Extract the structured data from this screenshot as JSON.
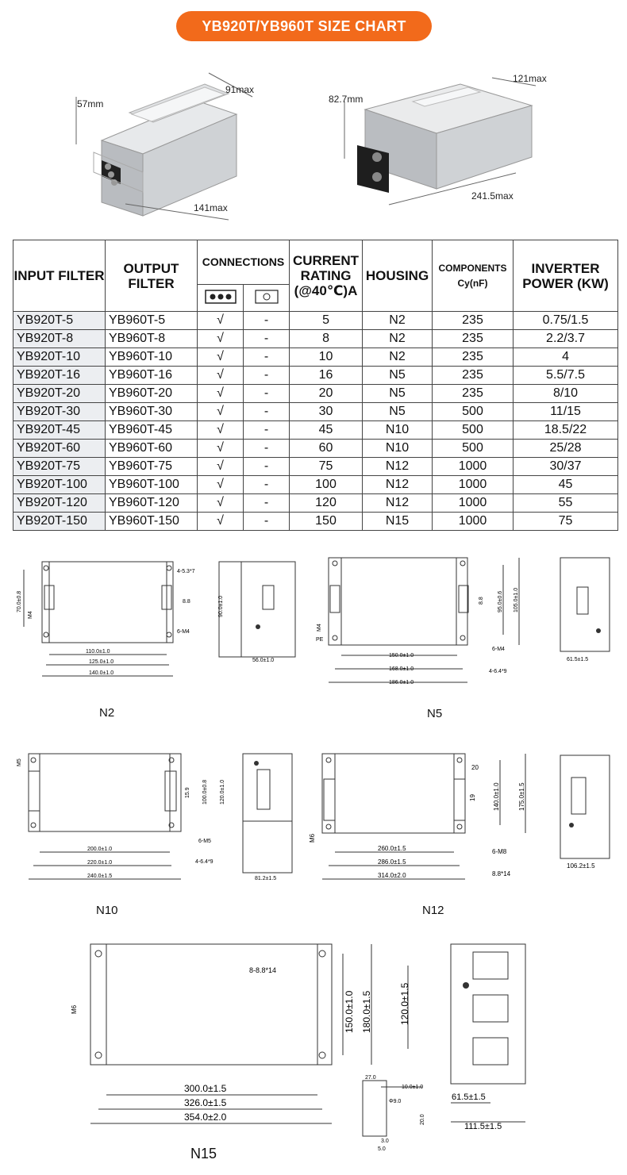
{
  "title": "YB920T/YB960T SIZE CHART",
  "photos": {
    "left": {
      "height": "57mm",
      "depth": "91max",
      "length": "141max"
    },
    "right": {
      "height": "82.7mm",
      "depth": "121max",
      "length": "241.5max"
    }
  },
  "table": {
    "headers": {
      "input": "INPUT FILTER",
      "output": "OUTPUT FILTER",
      "connections": "CONNECTIONS",
      "current": "CURRENT RATING (@40℃)A",
      "housing": "HOUSING",
      "components": "COMPONENTS Cy(nF)",
      "inverter": "INVERTER POWER (KW)"
    },
    "rows": [
      {
        "input": "YB920T-5",
        "output": "YB960T-5",
        "c1": "√",
        "c2": "-",
        "current": "5",
        "housing": "N2",
        "cy": "235",
        "power": "0.75/1.5"
      },
      {
        "input": "YB920T-8",
        "output": "YB960T-8",
        "c1": "√",
        "c2": "-",
        "current": "8",
        "housing": "N2",
        "cy": "235",
        "power": "2.2/3.7"
      },
      {
        "input": "YB920T-10",
        "output": "YB960T-10",
        "c1": "√",
        "c2": "-",
        "current": "10",
        "housing": "N2",
        "cy": "235",
        "power": "4"
      },
      {
        "input": "YB920T-16",
        "output": "YB960T-16",
        "c1": "√",
        "c2": "-",
        "current": "16",
        "housing": "N5",
        "cy": "235",
        "power": "5.5/7.5"
      },
      {
        "input": "YB920T-20",
        "output": "YB960T-20",
        "c1": "√",
        "c2": "-",
        "current": "20",
        "housing": "N5",
        "cy": "235",
        "power": "8/10"
      },
      {
        "input": "YB920T-30",
        "output": "YB960T-30",
        "c1": "√",
        "c2": "-",
        "current": "30",
        "housing": "N5",
        "cy": "500",
        "power": "11/15"
      },
      {
        "input": "YB920T-45",
        "output": "YB960T-45",
        "c1": "√",
        "c2": "-",
        "current": "45",
        "housing": "N10",
        "cy": "500",
        "power": "18.5/22"
      },
      {
        "input": "YB920T-60",
        "output": "YB960T-60",
        "c1": "√",
        "c2": "-",
        "current": "60",
        "housing": "N10",
        "cy": "500",
        "power": "25/28"
      },
      {
        "input": "YB920T-75",
        "output": "YB960T-75",
        "c1": "√",
        "c2": "-",
        "current": "75",
        "housing": "N12",
        "cy": "1000",
        "power": "30/37"
      },
      {
        "input": "YB920T-100",
        "output": "YB960T-100",
        "c1": "√",
        "c2": "-",
        "current": "100",
        "housing": "N12",
        "cy": "1000",
        "power": "45"
      },
      {
        "input": "YB920T-120",
        "output": "YB960T-120",
        "c1": "√",
        "c2": "-",
        "current": "120",
        "housing": "N12",
        "cy": "1000",
        "power": "55"
      },
      {
        "input": "YB920T-150",
        "output": "YB960T-150",
        "c1": "√",
        "c2": "-",
        "current": "150",
        "housing": "N15",
        "cy": "1000",
        "power": "75"
      }
    ]
  },
  "drawings": {
    "n2": {
      "name": "N2",
      "dims": [
        "110.0±1.0",
        "125.0±1.0",
        "140.0±1.0",
        "70.0±0.8",
        "90.0±1.0",
        "56.0±1.0",
        "4-5.3*7",
        "8.8",
        "6-M4",
        "M4"
      ]
    },
    "n5": {
      "name": "N5",
      "dims": [
        "150.0±1.0",
        "168.0±1.0",
        "186.0±1.0",
        "95.0±0.6",
        "105.0±1.0",
        "61.5±1.5",
        "8.8",
        "6-M4",
        "4-6.4*9",
        "M4",
        "PE"
      ]
    },
    "n10": {
      "name": "N10",
      "dims": [
        "200.0±1.0",
        "220.0±1.0",
        "240.0±1.5",
        "100.0±0.8",
        "120.0±1.0",
        "81.2±1.5",
        "15.9",
        "6-M5",
        "4-6.4*9",
        "M5"
      ]
    },
    "n12": {
      "name": "N12",
      "dims": [
        "260.0±1.5",
        "286.0±1.5",
        "314.0±2.0",
        "140.0±1.0",
        "175.0±1.5",
        "106.2±1.5",
        "20",
        "19",
        "6-M8",
        "8.8*14",
        "M6"
      ]
    },
    "n15": {
      "name": "N15",
      "dims": [
        "300.0±1.5",
        "326.0±1.5",
        "354.0±2.0",
        "150.0±1.0",
        "180.0±1.5",
        "120.0±1.5",
        "61.5±1.5",
        "111.5±1.5",
        "8-8.8*14",
        "M6",
        "27.0",
        "10.0±1.0",
        "Φ9.0",
        "20.0",
        "3.0",
        "5.0"
      ]
    }
  },
  "colors": {
    "accent": "#f26a1b",
    "metal": "#d6d8da",
    "grey_cell": "#eceef1"
  }
}
